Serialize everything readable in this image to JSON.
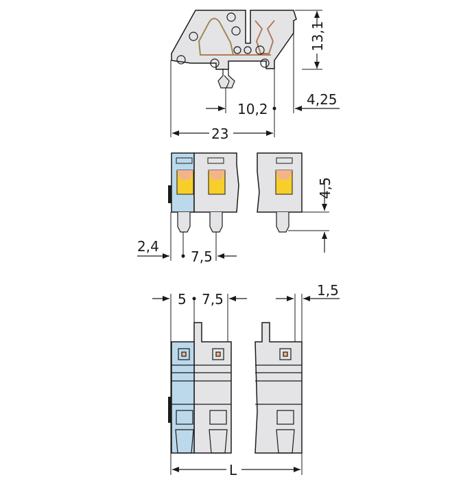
{
  "colors": {
    "body_gray": "#e4e4e6",
    "marker_blue": "#bcd9ec",
    "spring_orange": "#f4b48a",
    "spring_yellow": "#f7cf2a",
    "outline": "#1a1a1a"
  },
  "views": {
    "side_view": {
      "dimensions": {
        "height": "13,1",
        "width_total": "23",
        "pin_offset": "10,2",
        "edge_offset": "4,25"
      }
    },
    "front_view": {
      "dimensions": {
        "pin_edge": "2,4",
        "pitch": "7,5",
        "pin_length": "4,5"
      }
    },
    "top_view": {
      "dimensions": {
        "first_pole": "5",
        "pitch": "7,5",
        "end_offset": "1,5",
        "length": "L"
      }
    }
  }
}
